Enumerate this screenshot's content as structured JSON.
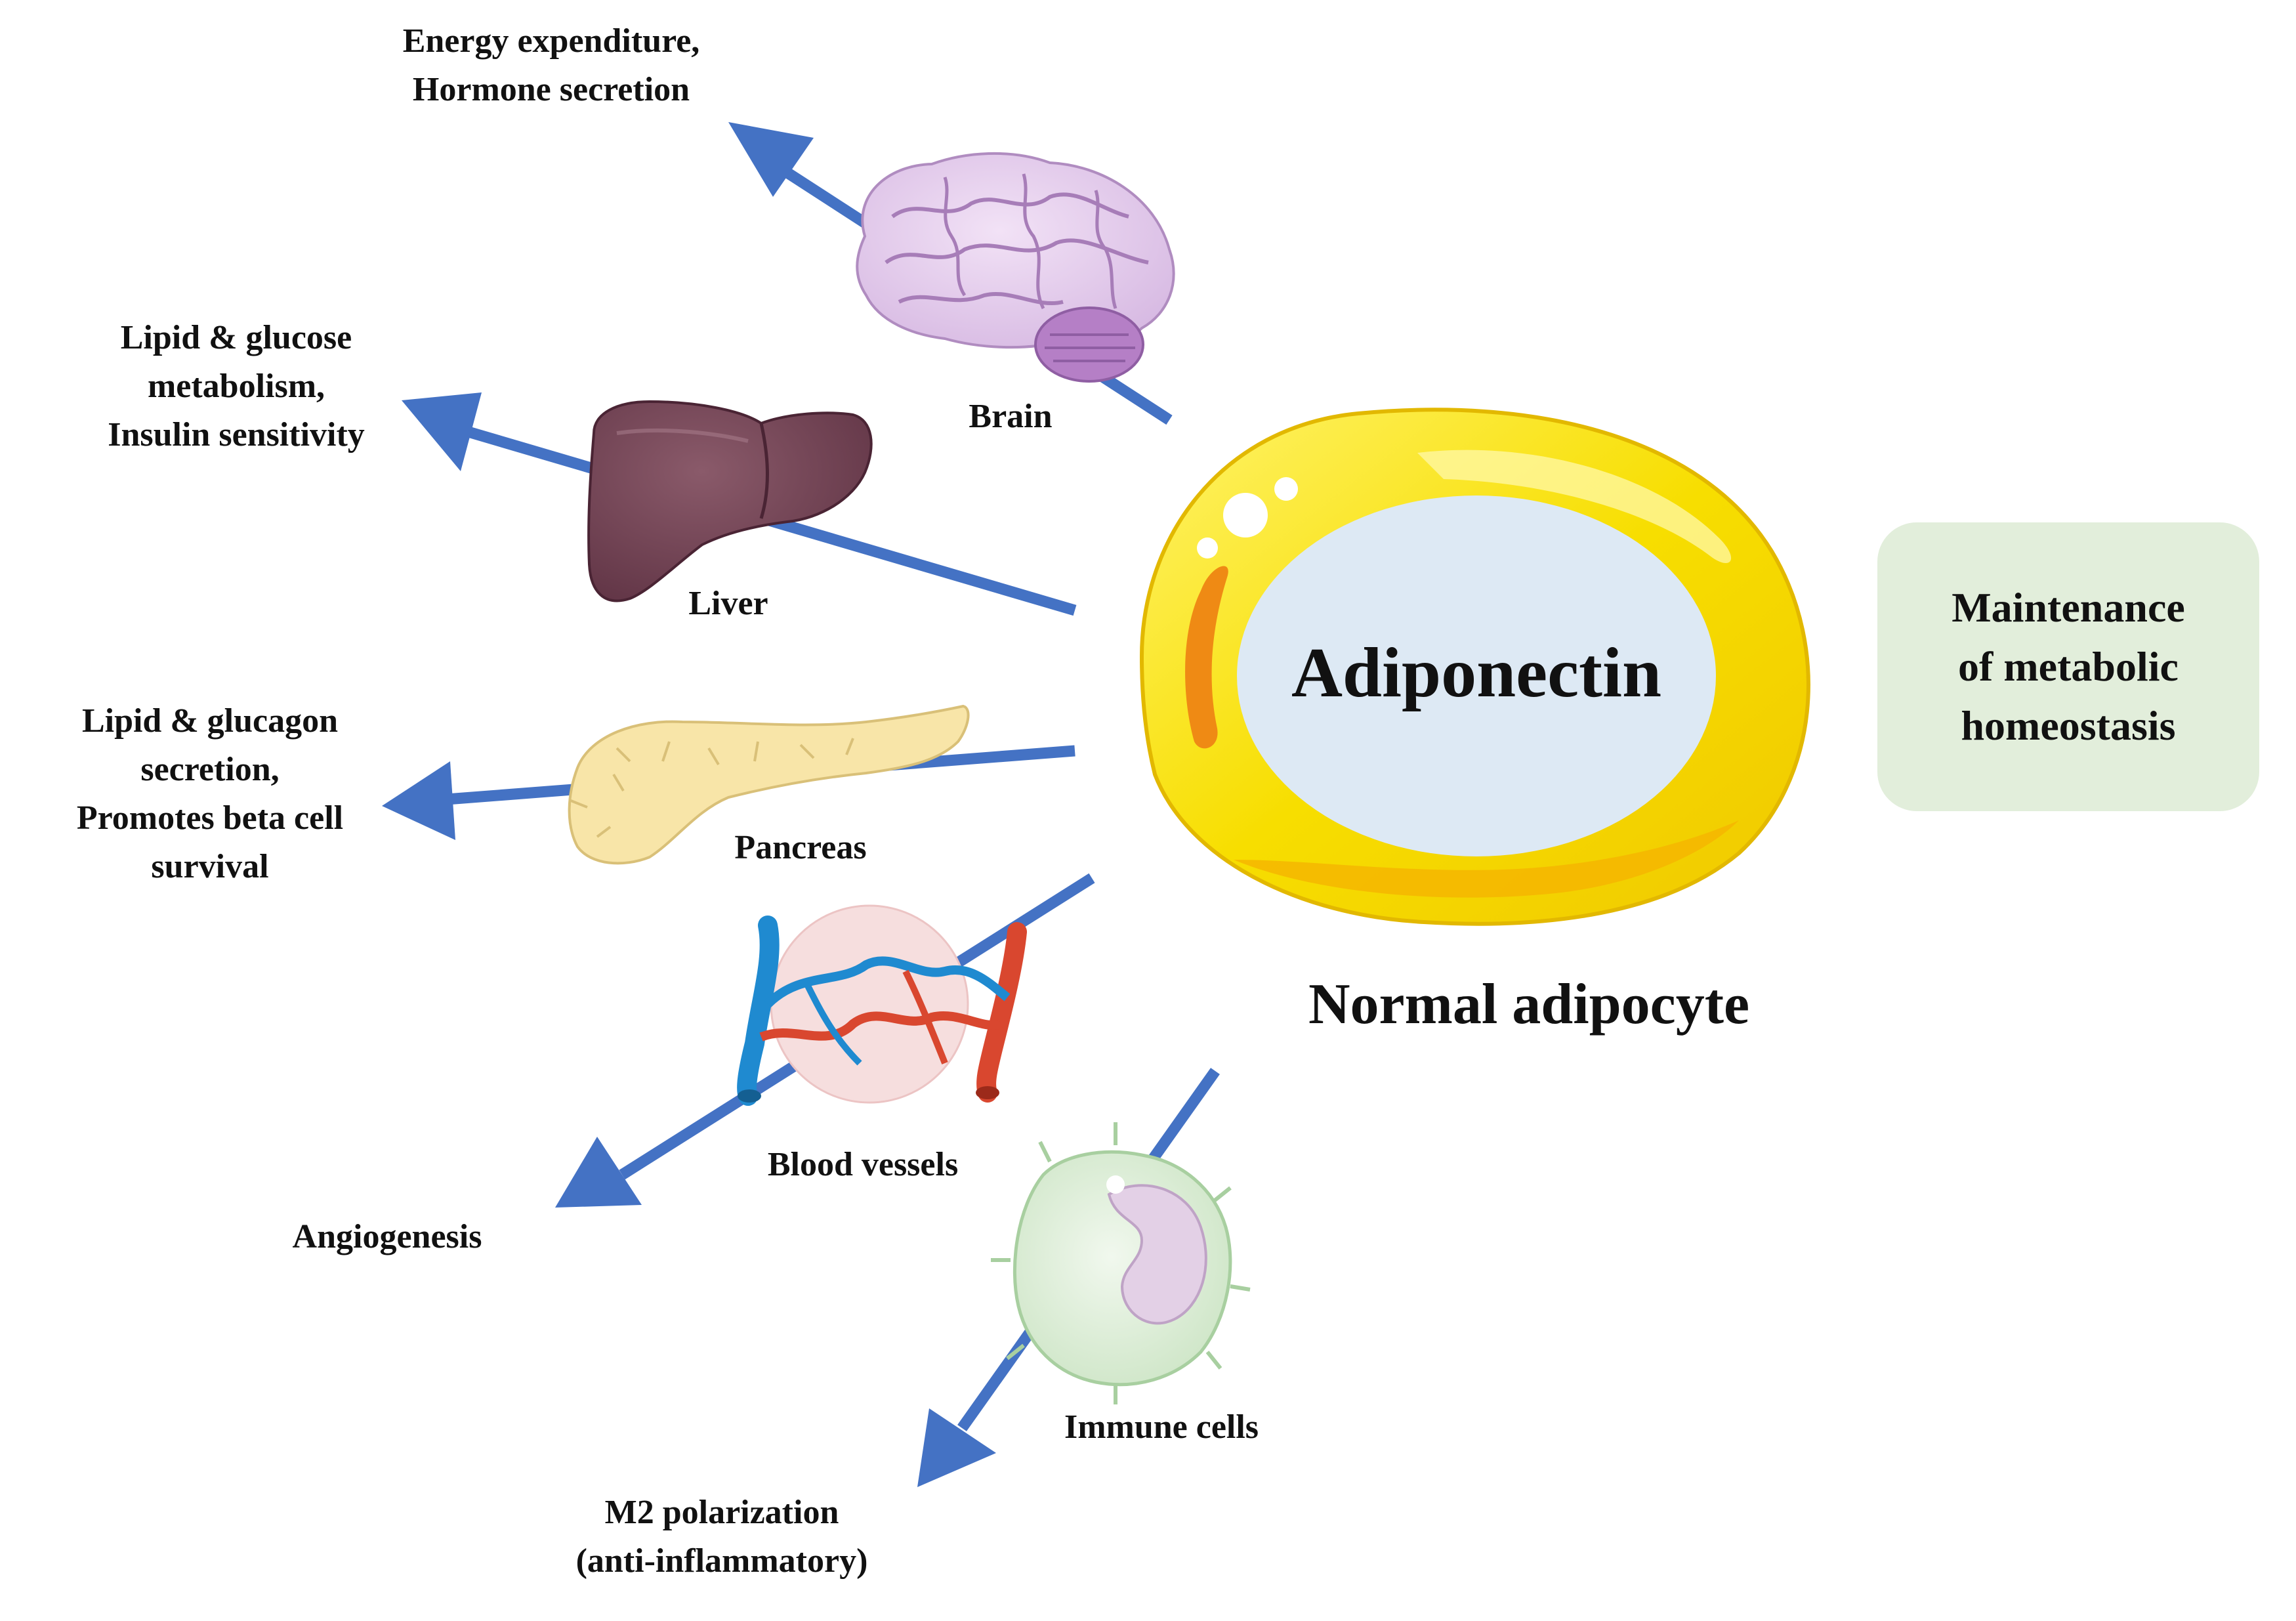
{
  "colors": {
    "arrow": "#4472c4",
    "adipocyte_outer": "#f5d800",
    "adipocyte_nucleus": "#dde9f4",
    "homeostasis_box": "#e2eedb"
  },
  "center": {
    "label": "Adiponectin",
    "caption": "Normal adipocyte"
  },
  "outcome": [
    "Maintenance",
    "of metabolic",
    "homeostasis"
  ],
  "targets": [
    {
      "organ": "Brain",
      "icon": "brain-icon",
      "effects": [
        "Energy expenditure,",
        "Hormone secretion"
      ]
    },
    {
      "organ": "Liver",
      "icon": "liver-icon",
      "effects": [
        "Lipid & glucose",
        "metabolism,",
        "Insulin sensitivity"
      ]
    },
    {
      "organ": "Pancreas",
      "icon": "pancreas-icon",
      "effects": [
        "Lipid & glucagon",
        "secretion,",
        "Promotes beta cell",
        "survival"
      ]
    },
    {
      "organ": "Blood vessels",
      "icon": "blood-vessels-icon",
      "effects": [
        "Angiogenesis"
      ]
    },
    {
      "organ": "Immune cells",
      "icon": "immune-cell-icon",
      "effects": [
        "M2 polarization",
        "(anti-inflammatory)"
      ]
    }
  ]
}
